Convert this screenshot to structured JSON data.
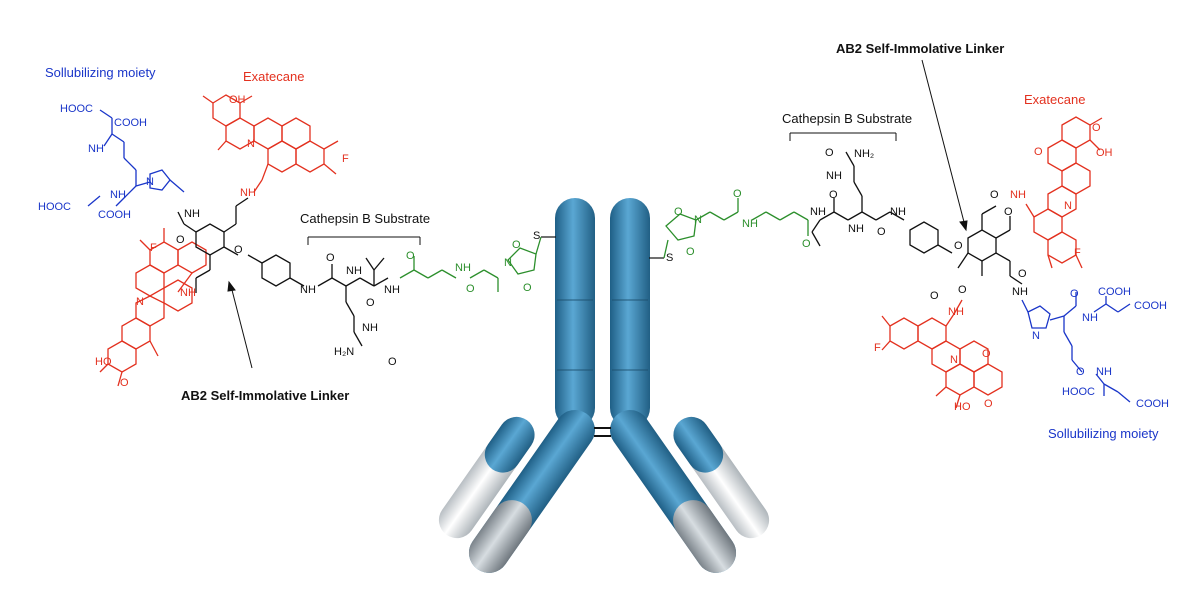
{
  "colors": {
    "solubilizing": "#1a36c9",
    "payload": "#e3311f",
    "linker": "#111111",
    "spacer": "#2c8f2c",
    "antibody_blue": "#3c8bb8",
    "antibody_gray": "#9aa3aa"
  },
  "labels": {
    "solubilizing_left": "Sollubilizing moiety",
    "exatecane_left": "Exatecane",
    "cathepsin_left": "Cathepsin B Substrate",
    "ab2_left": "AB2 Self-Immolative Linker",
    "ab2_right": "AB2 Self-Immolative Linker",
    "cathepsin_right": "Cathepsin B Substrate",
    "exatecane_right": "Exatecane",
    "solubilizing_right": "Sollubilizing moiety"
  },
  "atoms": {
    "hooc": "HOOC",
    "cooh": "COOH",
    "nh": "NH",
    "h": "H",
    "n": "N",
    "o": "O",
    "f": "F",
    "ho": "HO",
    "oh": "OH",
    "s": "S",
    "h2n": "H₂N",
    "nh2": "NH₂",
    "h_n": "H\nN"
  }
}
